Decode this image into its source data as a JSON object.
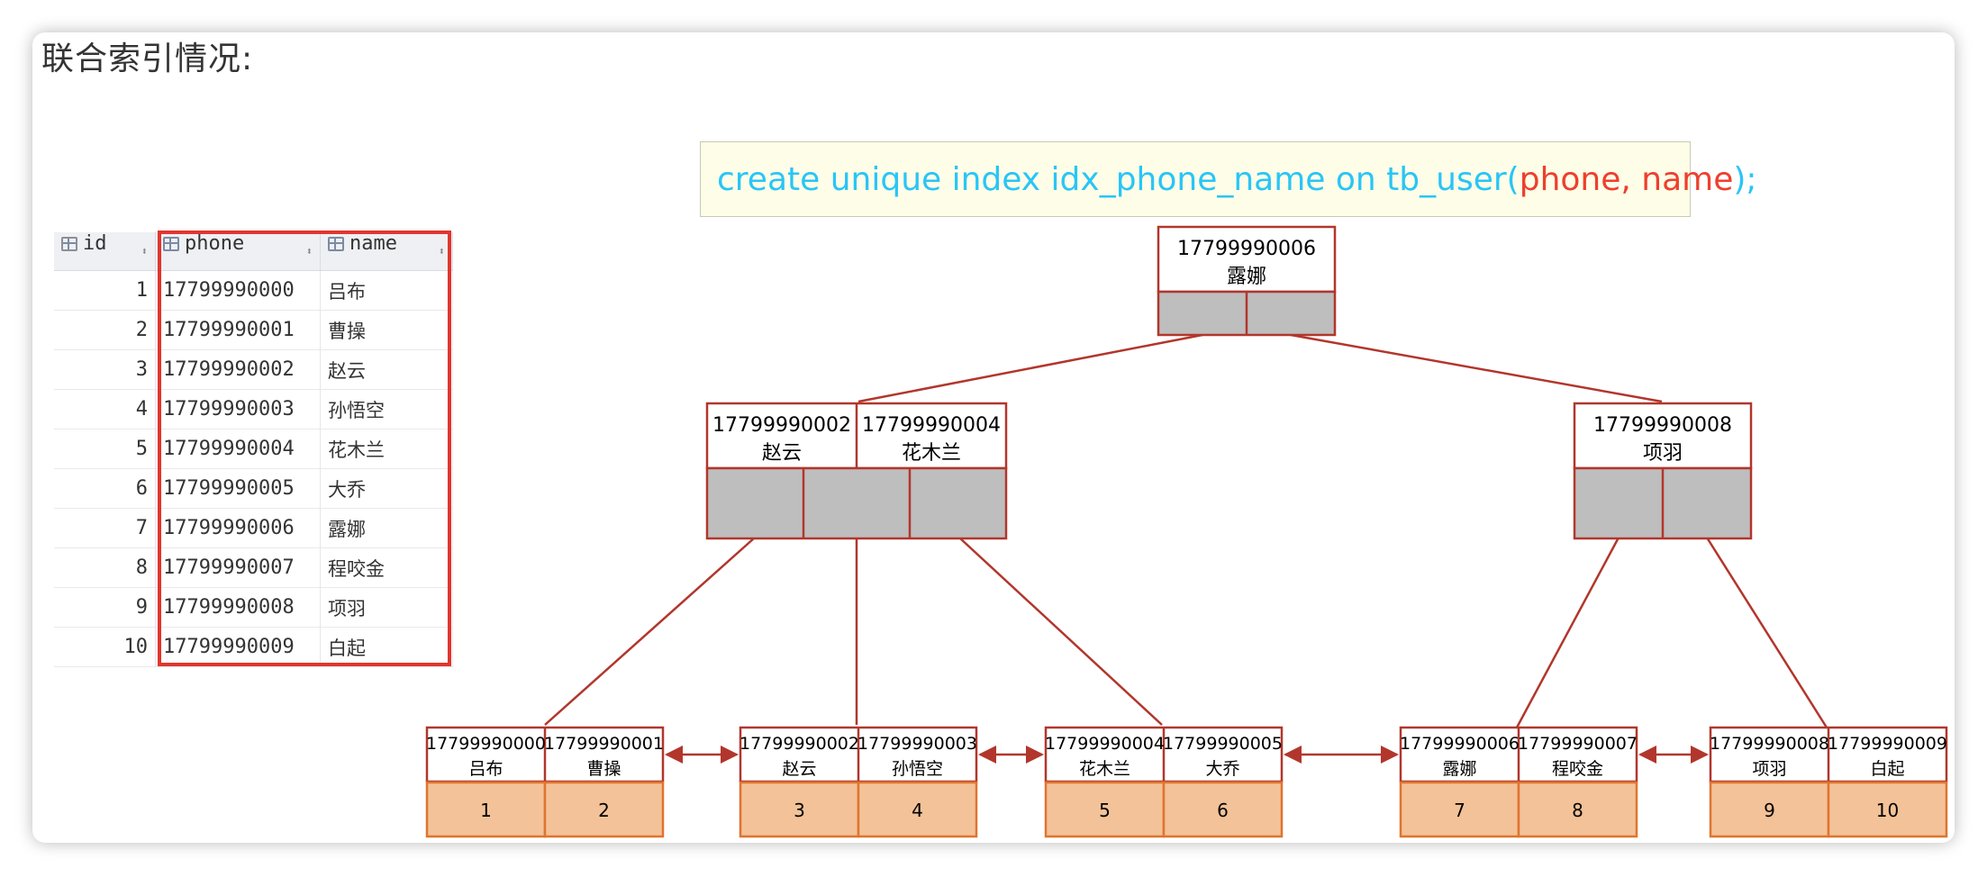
{
  "heading": "联合索引情况:",
  "sql": {
    "prefix": "create unique index idx_phone_name on tb_user(",
    "cols": "phone, name",
    "suffix": ");"
  },
  "table": {
    "headers": [
      "id",
      "phone",
      "name"
    ],
    "rows": [
      {
        "id": "1",
        "phone": "17799990000",
        "name": "吕布"
      },
      {
        "id": "2",
        "phone": "17799990001",
        "name": "曹操"
      },
      {
        "id": "3",
        "phone": "17799990002",
        "name": "赵云"
      },
      {
        "id": "4",
        "phone": "17799990003",
        "name": "孙悟空"
      },
      {
        "id": "5",
        "phone": "17799990004",
        "name": "花木兰"
      },
      {
        "id": "6",
        "phone": "17799990005",
        "name": "大乔"
      },
      {
        "id": "7",
        "phone": "17799990006",
        "name": "露娜"
      },
      {
        "id": "8",
        "phone": "17799990007",
        "name": "程咬金"
      },
      {
        "id": "9",
        "phone": "17799990008",
        "name": "项羽"
      },
      {
        "id": "10",
        "phone": "17799990009",
        "name": "白起"
      }
    ]
  },
  "tree": {
    "root": {
      "keys": [
        {
          "phone": "17799990006",
          "name": "露娜"
        }
      ]
    },
    "internal": [
      {
        "keys": [
          {
            "phone": "17799990002",
            "name": "赵云"
          },
          {
            "phone": "17799990004",
            "name": "花木兰"
          }
        ]
      },
      {
        "keys": [
          {
            "phone": "17799990008",
            "name": "项羽"
          }
        ]
      }
    ],
    "leaves": [
      {
        "keys": [
          {
            "phone": "17799990000",
            "name": "吕布",
            "id": "1"
          },
          {
            "phone": "17799990001",
            "name": "曹操",
            "id": "2"
          }
        ]
      },
      {
        "keys": [
          {
            "phone": "17799990002",
            "name": "赵云",
            "id": "3"
          },
          {
            "phone": "17799990003",
            "name": "孙悟空",
            "id": "4"
          }
        ]
      },
      {
        "keys": [
          {
            "phone": "17799990004",
            "name": "花木兰",
            "id": "5"
          },
          {
            "phone": "17799990005",
            "name": "大乔",
            "id": "6"
          }
        ]
      },
      {
        "keys": [
          {
            "phone": "17799990006",
            "name": "露娜",
            "id": "7"
          },
          {
            "phone": "17799990007",
            "name": "程咬金",
            "id": "8"
          }
        ]
      },
      {
        "keys": [
          {
            "phone": "17799990008",
            "name": "项羽",
            "id": "9"
          },
          {
            "phone": "17799990009",
            "name": "白起",
            "id": "10"
          }
        ]
      }
    ]
  },
  "colors": {
    "edge": "#b2362c",
    "pointer": "#bebebe",
    "leaf_value": "#f3c298",
    "leaf_border": "#e0742f",
    "highlight": "#e0362e"
  }
}
